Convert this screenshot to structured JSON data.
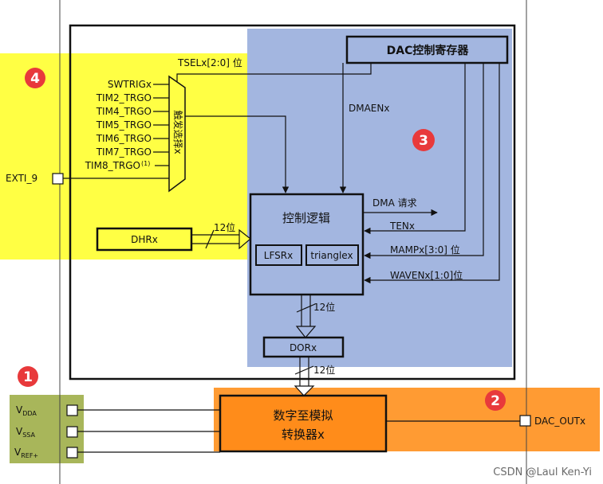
{
  "colors": {
    "yellow_region": "#ffff44",
    "blue_region": "#a3b6e0",
    "orange_region": "#ff9b33",
    "converter": "#ff8c1a",
    "power_block": "#a8b65a",
    "badge": "#e8393b",
    "line": "#111111"
  },
  "badges": {
    "b1": "1",
    "b2": "2",
    "b3": "3",
    "b4": "4"
  },
  "blocks": {
    "dac_control_register": "DAC控制寄存器",
    "control_logic": "控制逻辑",
    "lfsr": "LFSRx",
    "triangle": "trianglex",
    "dhr": "DHRx",
    "dor": "DORx",
    "converter_line1": "数字至模拟",
    "converter_line2": "转换器x",
    "mux_label": "触发选择x"
  },
  "triggers": [
    "SWTRIGx",
    "TIM2_TRGO",
    "TIM4_TRGO",
    "TIM5_TRGO",
    "TIM6_TRGO",
    "TIM7_TRGO",
    "TIM8_TRGO"
  ],
  "trigger_footnote": "(1)",
  "signals": {
    "tsel": "TSELx[2:0] 位",
    "dmaen": "DMAENx",
    "dma_request": "DMA 请求",
    "ten": "TENx",
    "mamp": "MAMPx[3:0] 位",
    "wave": "WAVENx[1:0]位",
    "bits12": "12位"
  },
  "pins": {
    "exti": "EXTI_9",
    "vdda_main": "V",
    "vdda_sub": "DDA",
    "vssa_main": "V",
    "vssa_sub": "SSA",
    "vref_main": "V",
    "vref_sub": "REF+",
    "dac_out": "DAC_OUTx"
  },
  "watermark": "CSDN @Laul Ken-Yi"
}
